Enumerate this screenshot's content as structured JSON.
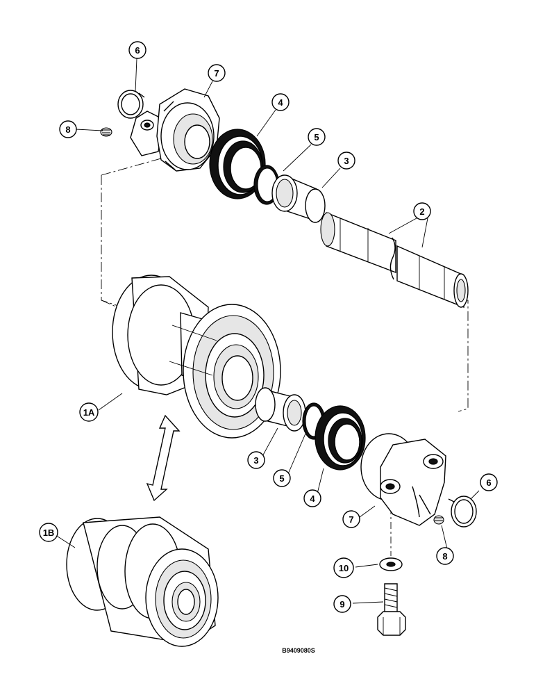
{
  "callouts": [
    {
      "id": "c6a",
      "label": "6"
    },
    {
      "id": "c7a",
      "label": "7"
    },
    {
      "id": "c8a",
      "label": "8"
    },
    {
      "id": "c4a",
      "label": "4"
    },
    {
      "id": "c5a",
      "label": "5"
    },
    {
      "id": "c3a",
      "label": "3"
    },
    {
      "id": "c2",
      "label": "2"
    },
    {
      "id": "c1a",
      "label": "1A"
    },
    {
      "id": "c3b",
      "label": "3"
    },
    {
      "id": "c5b",
      "label": "5"
    },
    {
      "id": "c4b",
      "label": "4"
    },
    {
      "id": "c7b",
      "label": "7"
    },
    {
      "id": "c6b",
      "label": "6"
    },
    {
      "id": "c8b",
      "label": "8"
    },
    {
      "id": "c10",
      "label": "10"
    },
    {
      "id": "c9",
      "label": "9"
    },
    {
      "id": "c1b",
      "label": "1B"
    }
  ],
  "reference_code": "B9409080S"
}
